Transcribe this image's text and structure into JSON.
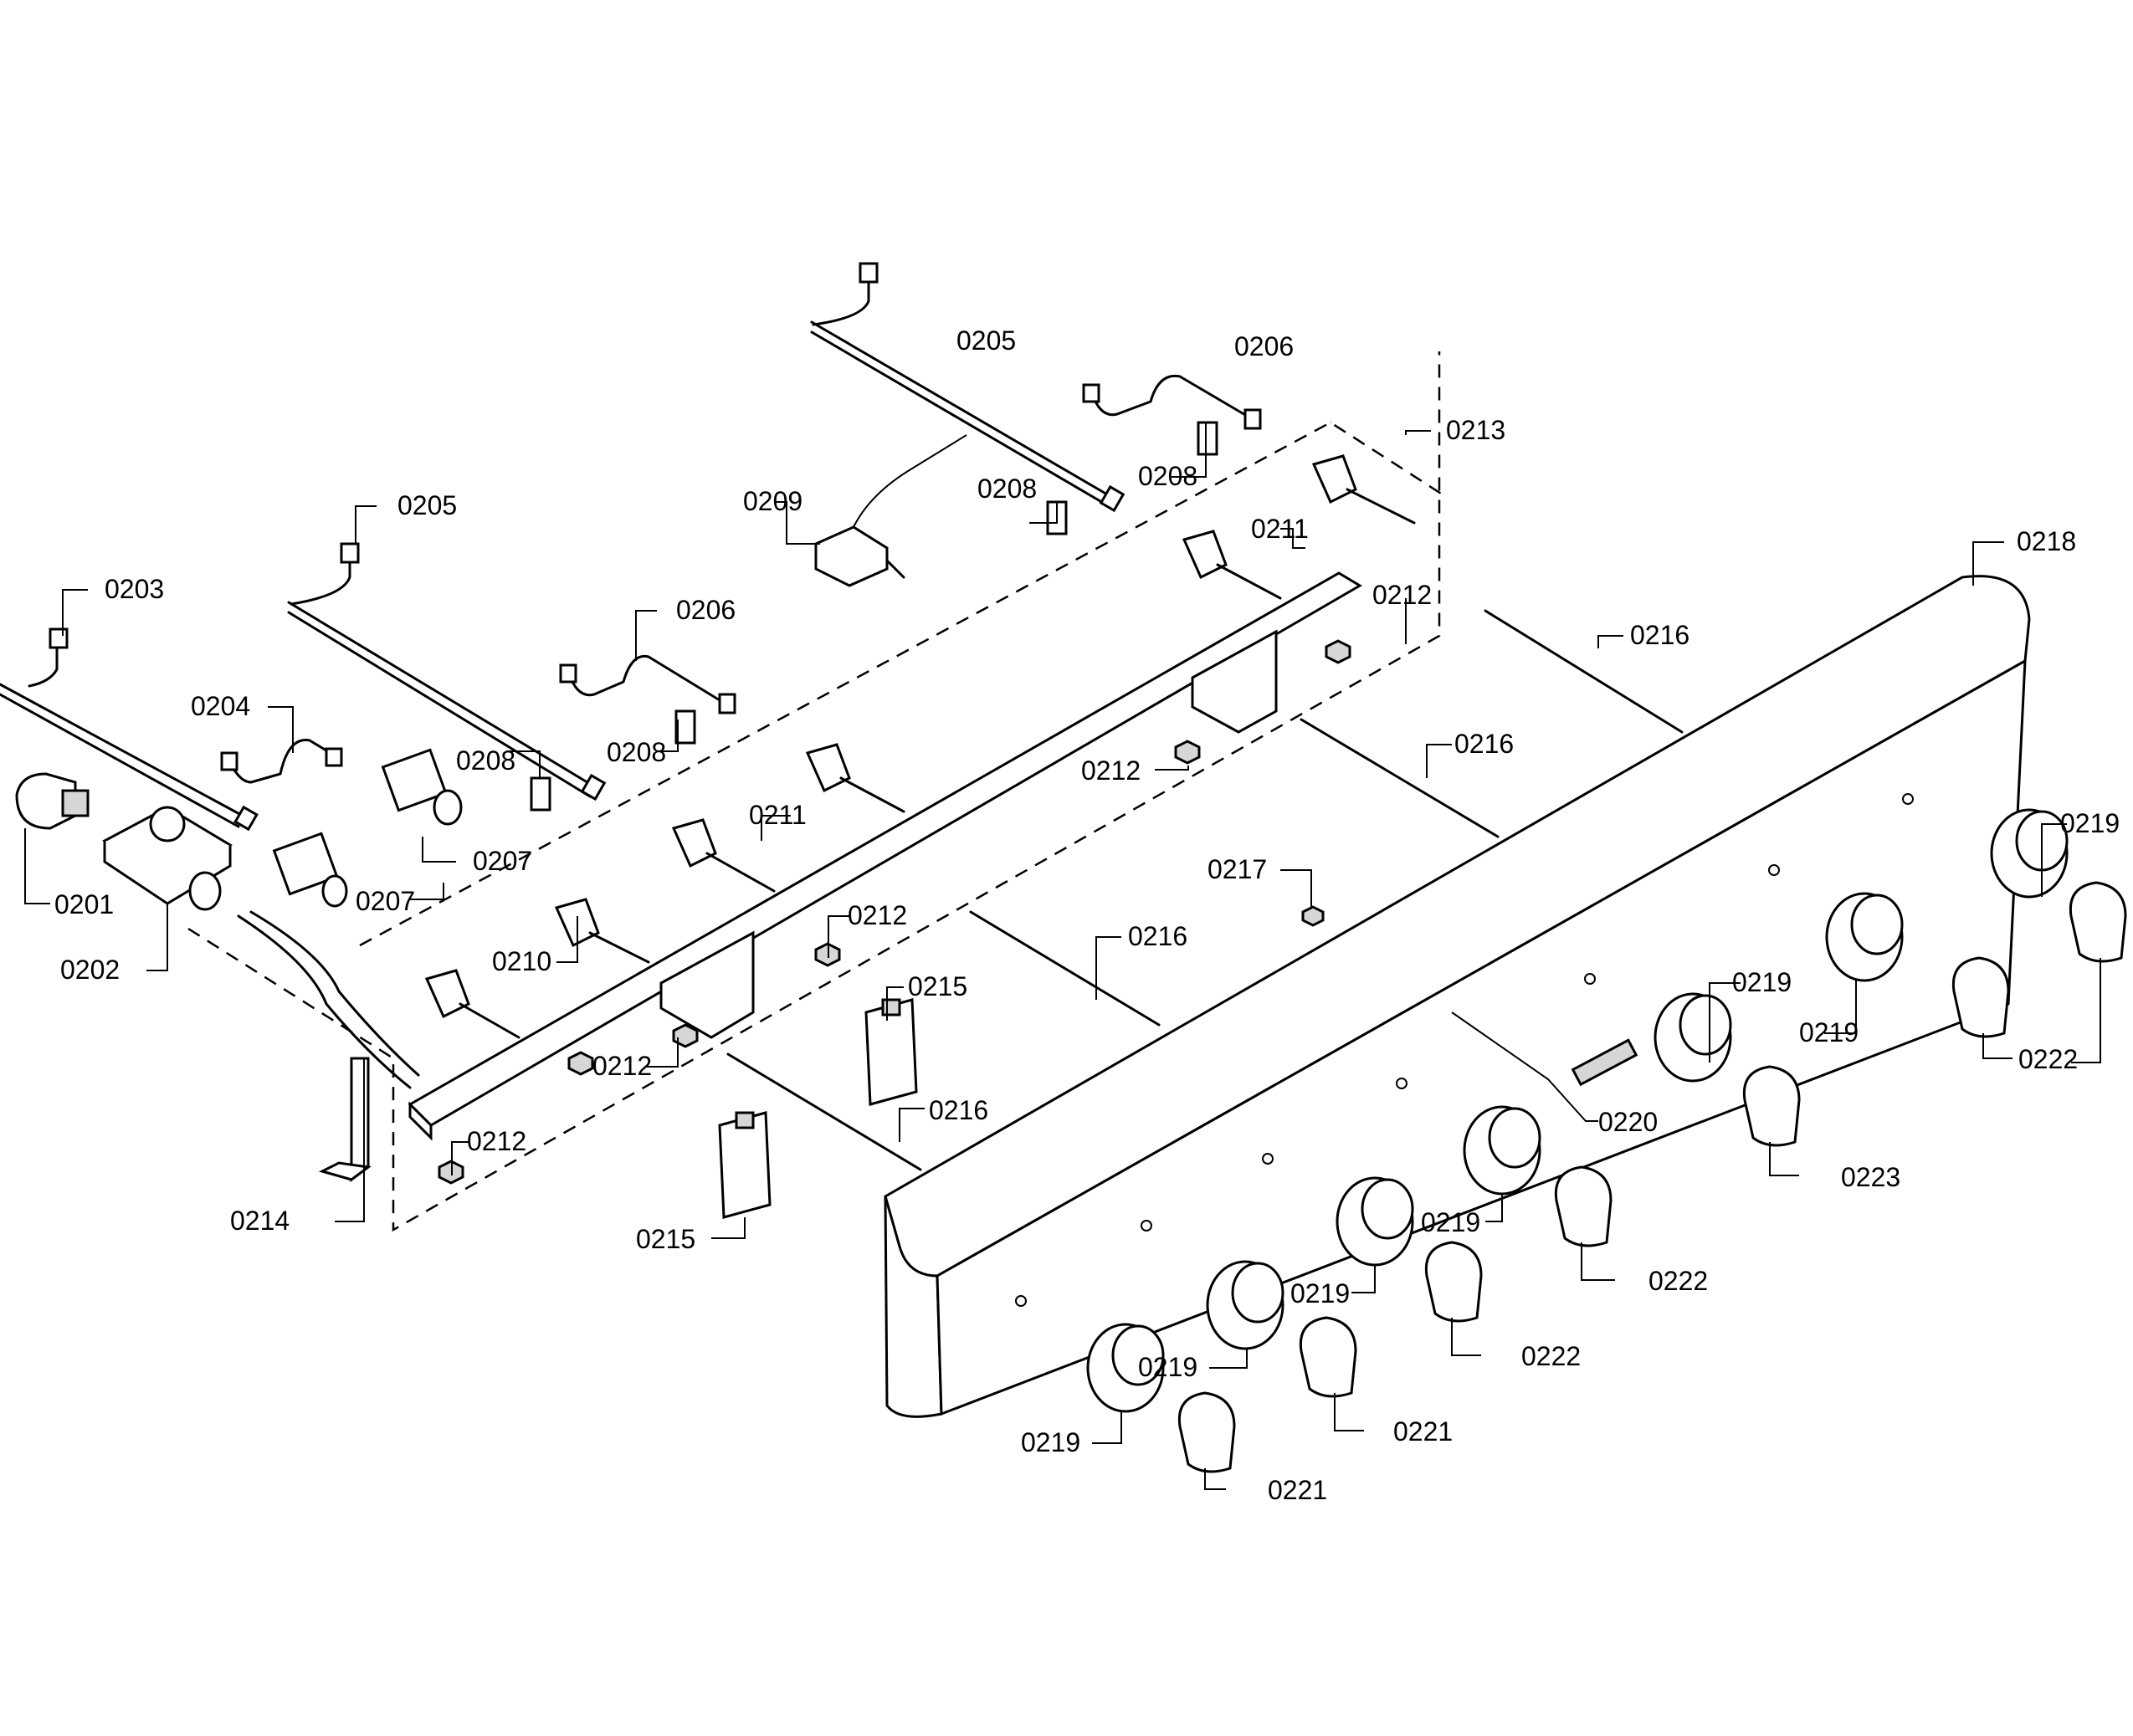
{
  "callouts": [
    {
      "id": "c0201",
      "text": "0201"
    },
    {
      "id": "c0202",
      "text": "0202"
    },
    {
      "id": "c0203",
      "text": "0203"
    },
    {
      "id": "c0204",
      "text": "0204"
    },
    {
      "id": "c0205a",
      "text": "0205"
    },
    {
      "id": "c0205b",
      "text": "0205"
    },
    {
      "id": "c0206a",
      "text": "0206"
    },
    {
      "id": "c0206b",
      "text": "0206"
    },
    {
      "id": "c0207a",
      "text": "0207"
    },
    {
      "id": "c0207b",
      "text": "0207"
    },
    {
      "id": "c0208a",
      "text": "0208"
    },
    {
      "id": "c0208b",
      "text": "0208"
    },
    {
      "id": "c0208c",
      "text": "0208"
    },
    {
      "id": "c0208d",
      "text": "0208"
    },
    {
      "id": "c0209",
      "text": "0209"
    },
    {
      "id": "c0210",
      "text": "0210"
    },
    {
      "id": "c0211a",
      "text": "0211"
    },
    {
      "id": "c0211b",
      "text": "0211"
    },
    {
      "id": "c0212a",
      "text": "0212"
    },
    {
      "id": "c0212b",
      "text": "0212"
    },
    {
      "id": "c0212c",
      "text": "0212"
    },
    {
      "id": "c0212d",
      "text": "0212"
    },
    {
      "id": "c0212e",
      "text": "0212"
    },
    {
      "id": "c0213",
      "text": "0213"
    },
    {
      "id": "c0214",
      "text": "0214"
    },
    {
      "id": "c0215a",
      "text": "0215"
    },
    {
      "id": "c0215b",
      "text": "0215"
    },
    {
      "id": "c0216a",
      "text": "0216"
    },
    {
      "id": "c0216b",
      "text": "0216"
    },
    {
      "id": "c0216c",
      "text": "0216"
    },
    {
      "id": "c0216d",
      "text": "0216"
    },
    {
      "id": "c0217",
      "text": "0217"
    },
    {
      "id": "c0218",
      "text": "0218"
    },
    {
      "id": "c0219a",
      "text": "0219"
    },
    {
      "id": "c0219b",
      "text": "0219"
    },
    {
      "id": "c0219c",
      "text": "0219"
    },
    {
      "id": "c0219d",
      "text": "0219"
    },
    {
      "id": "c0219e",
      "text": "0219"
    },
    {
      "id": "c0219f",
      "text": "0219"
    },
    {
      "id": "c0219g",
      "text": "0219"
    },
    {
      "id": "c0220",
      "text": "0220"
    },
    {
      "id": "c0221a",
      "text": "0221"
    },
    {
      "id": "c0221b",
      "text": "0221"
    },
    {
      "id": "c0222a",
      "text": "0222"
    },
    {
      "id": "c0222b",
      "text": "0222"
    },
    {
      "id": "c0222c",
      "text": "0222"
    },
    {
      "id": "c0223",
      "text": "0223"
    }
  ]
}
